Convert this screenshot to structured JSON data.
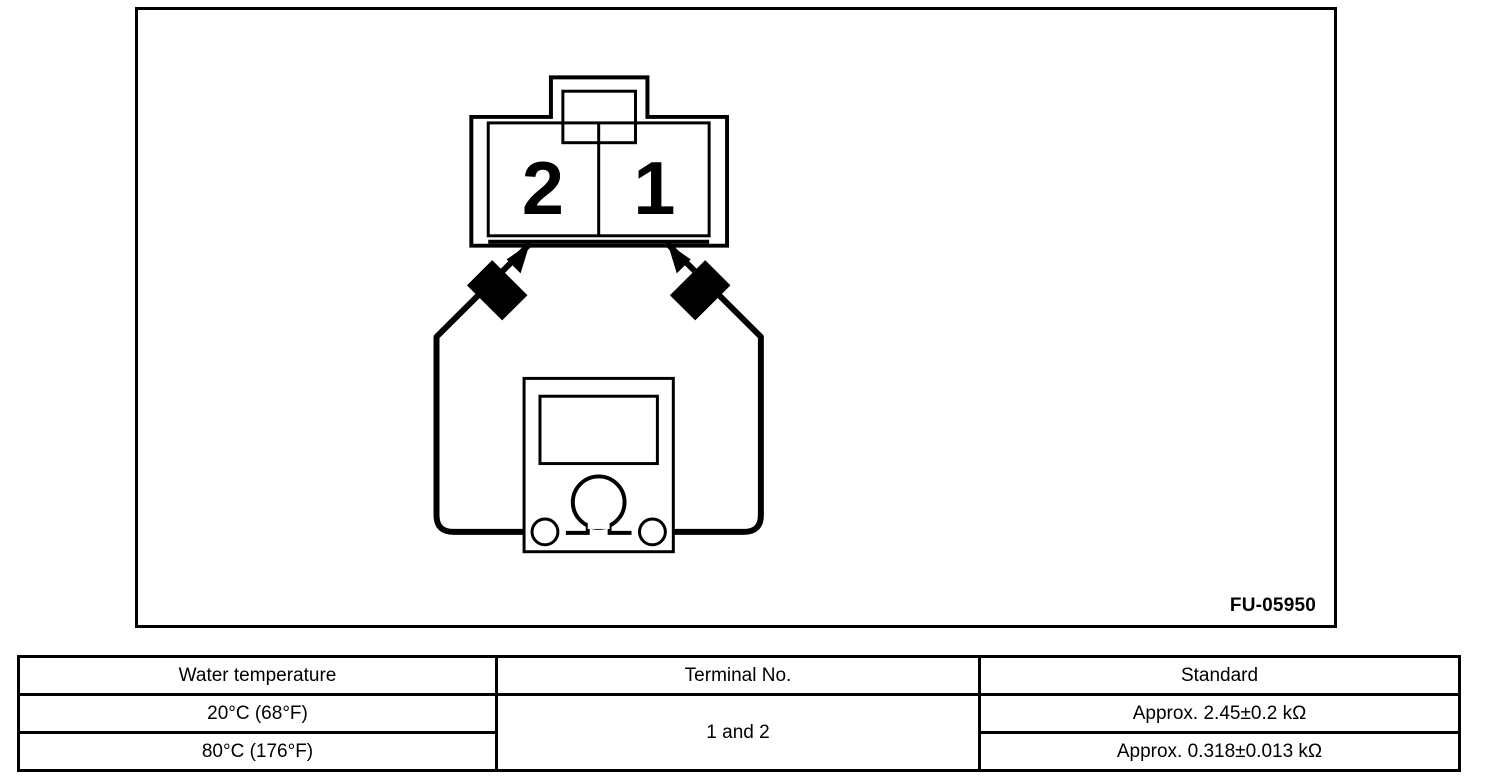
{
  "figure": {
    "id_label": "FU-05950",
    "connector": {
      "name": "2-pin connector",
      "terminals": [
        {
          "number": "2",
          "position": "left"
        },
        {
          "number": "1",
          "position": "right"
        }
      ]
    },
    "meter": {
      "name": "ohmmeter",
      "symbol": "Ω",
      "display_blank": true,
      "probe_count": 2
    }
  },
  "table": {
    "headers": {
      "water_temperature": "Water temperature",
      "terminal_no": "Terminal No.",
      "standard": "Standard"
    },
    "terminal_value": "1 and 2",
    "rows": [
      {
        "water_temperature": "20°C (68°F)",
        "standard": "Approx. 2.45±0.2 kΩ"
      },
      {
        "water_temperature": "80°C (176°F)",
        "standard": "Approx. 0.318±0.013 kΩ"
      }
    ]
  },
  "colors": {
    "line": "#000000",
    "background": "#ffffff"
  }
}
